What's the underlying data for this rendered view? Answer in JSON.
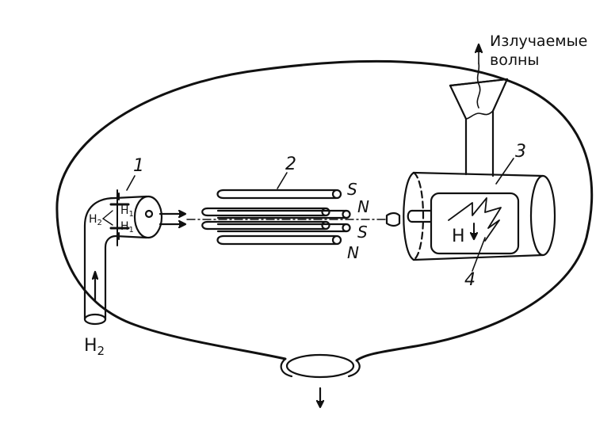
{
  "caption": {
    "line1": "Излучаемые",
    "line2": "волны"
  },
  "labels": {
    "source_num": "1",
    "magnets_num": "2",
    "resonator_num": "3",
    "field_num": "4",
    "h2_source": "H",
    "h2_source_sub": "2",
    "h1_a": "H",
    "h1_a_sub": "1",
    "h1_b": "H",
    "h1_b_sub": "1",
    "h2_tag": "H",
    "h2_tag_sub": "2",
    "field_h": "H"
  },
  "magnet_poles": [
    "S",
    "N",
    "S",
    "N"
  ],
  "colors": {
    "line": "#111111",
    "background": "#ffffff"
  }
}
